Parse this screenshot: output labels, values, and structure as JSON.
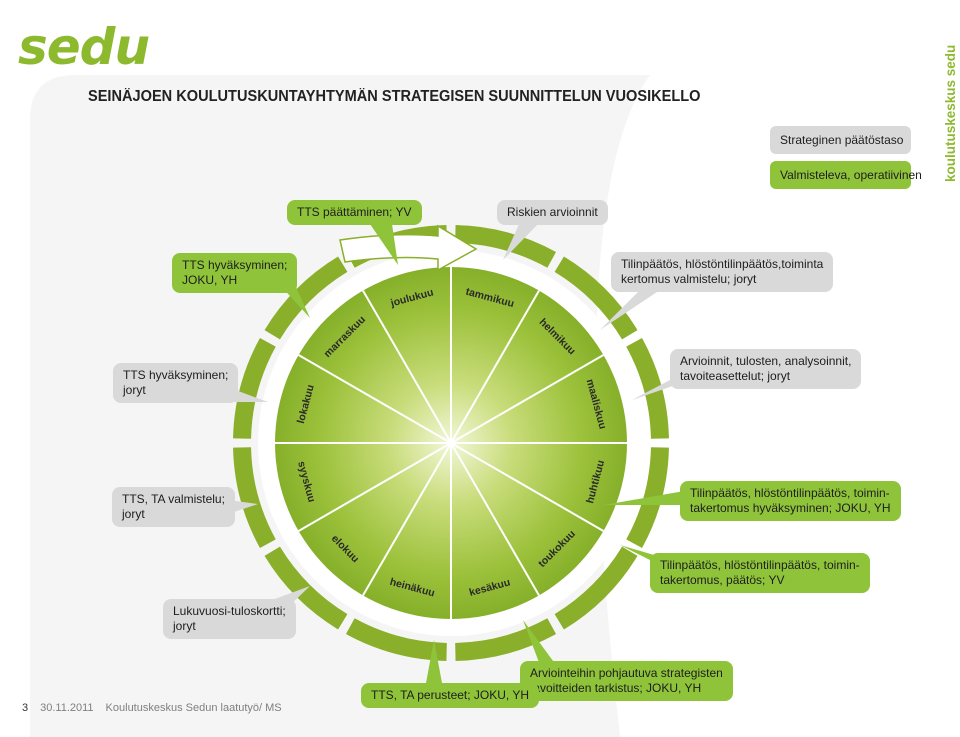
{
  "logo": "sedu",
  "side_brand": "koulutuskeskus sedu",
  "title": "SEINÄJOEN KOULUTUSKUNTAYHTYMÄN STRATEGISEN SUUNNITTELUN VUOSIKELLO",
  "legend": {
    "strategic": "Strateginen päätöstaso",
    "preparatory": "Valmisteleva, operatiivinen"
  },
  "months": [
    "tammikuu",
    "helmikuu",
    "maaliskuu",
    "huhtikuu",
    "toukokuu",
    "kesäkuu",
    "heinäkuu",
    "elokuu",
    "syyskuu",
    "lokakuu",
    "marraskuu",
    "joulukuu"
  ],
  "boxes": {
    "tts_paattaminen": [
      "TTS päättäminen; YV"
    ],
    "riskien": [
      "Riskien arvioinnit"
    ],
    "tilinpaatos1": [
      "Tilinpäätös, hlöstöntilinpäätös,toiminta",
      "kertomus valmistelu; joryt"
    ],
    "arvioinnit": [
      "Arvioinnit, tulosten, analysoinnit,",
      "tavoiteasettelut; joryt"
    ],
    "tilinpaatos2": [
      "Tilinpäätös, hlöstöntilinpäätös, toimin-",
      "takertomus hyväksyminen; JOKU, YH"
    ],
    "tilinpaatos3": [
      "Tilinpäätös, hlöstöntilinpäätös, toimin-",
      "takertomus, päätös; YV"
    ],
    "arviointeihin": [
      "Arviointeihin pohjautuva strategisten",
      "tavoitteiden tarkistus; JOKU, YH"
    ],
    "tts_perusteet": [
      "TTS, TA perusteet; JOKU, YH"
    ],
    "lukuvuosi": [
      "Lukuvuosi-tuloskortti;",
      "joryt"
    ],
    "tts_ta_valmistelu": [
      "TTS, TA valmistelu;",
      "joryt"
    ],
    "tts_hyv_joryt": [
      "TTS hyväksyminen;",
      "joryt"
    ],
    "tts_hyv_joku": [
      "TTS hyväksyminen;",
      "JOKU, YH"
    ]
  },
  "footer": {
    "page": "3",
    "date": "30.11.2011",
    "text": "Koulutuskeskus Sedun laatutyö/ MS"
  },
  "colors": {
    "green": "#8fc43a",
    "ring": "#8aaf2a",
    "gray_box": "#d9d9d9",
    "logo": "#8db92e"
  }
}
